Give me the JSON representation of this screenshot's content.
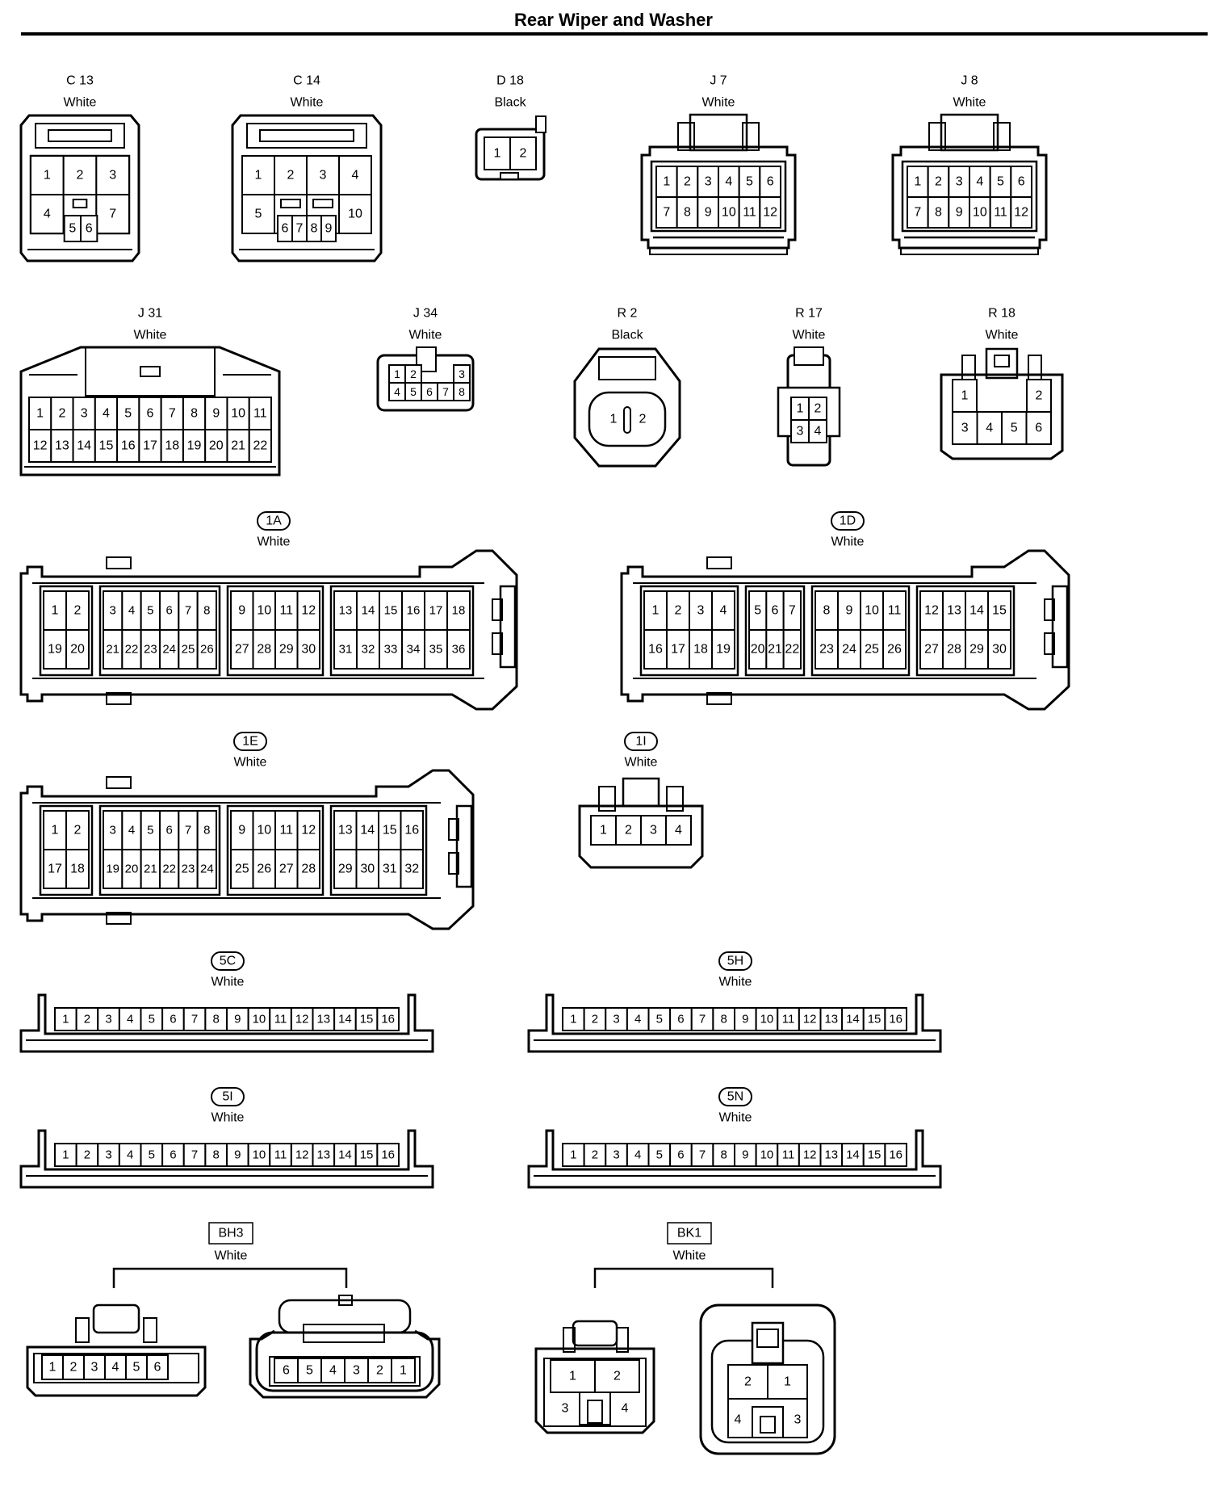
{
  "title": "Rear Wiper and Washer",
  "connectors": [
    {
      "id": "c13",
      "code": "C 13",
      "color": "White",
      "tag": "none",
      "rows": [
        [
          "1",
          "2",
          "3"
        ],
        [
          "4",
          "",
          "7"
        ]
      ],
      "extra": [
        "5",
        "6"
      ]
    },
    {
      "id": "c14",
      "code": "C 14",
      "color": "White",
      "tag": "none",
      "rows": [
        [
          "1",
          "2",
          "3",
          "4"
        ],
        [
          "5",
          "",
          "",
          "10"
        ]
      ],
      "extra": [
        "6",
        "7",
        "8",
        "9"
      ]
    },
    {
      "id": "d18",
      "code": "D 18",
      "color": "Black",
      "tag": "none",
      "rows": [
        [
          "1",
          "2"
        ]
      ]
    },
    {
      "id": "j7",
      "code": "J 7",
      "color": "White",
      "tag": "none",
      "rows": [
        [
          "1",
          "2",
          "3",
          "4",
          "5",
          "6"
        ],
        [
          "7",
          "8",
          "9",
          "10",
          "11",
          "12"
        ]
      ]
    },
    {
      "id": "j8",
      "code": "J 8",
      "color": "White",
      "tag": "none",
      "rows": [
        [
          "1",
          "2",
          "3",
          "4",
          "5",
          "6"
        ],
        [
          "7",
          "8",
          "9",
          "10",
          "11",
          "12"
        ]
      ]
    },
    {
      "id": "j31",
      "code": "J 31",
      "color": "White",
      "tag": "none",
      "rows": [
        [
          "1",
          "2",
          "3",
          "4",
          "5",
          "6",
          "7",
          "8",
          "9",
          "10",
          "11"
        ],
        [
          "12",
          "13",
          "14",
          "15",
          "16",
          "17",
          "18",
          "19",
          "20",
          "21",
          "22"
        ]
      ]
    },
    {
      "id": "j34",
      "code": "J 34",
      "color": "White",
      "tag": "none",
      "rows": [
        [
          "1",
          "2",
          "",
          "3"
        ],
        [
          "4",
          "5",
          "6",
          "7",
          "8"
        ]
      ]
    },
    {
      "id": "r2",
      "code": "R 2",
      "color": "Black",
      "tag": "none",
      "rows": [
        [
          "1",
          "2"
        ]
      ]
    },
    {
      "id": "r17",
      "code": "R 17",
      "color": "White",
      "tag": "none",
      "rows": [
        [
          "1",
          "2"
        ],
        [
          "3",
          "4"
        ]
      ]
    },
    {
      "id": "r18",
      "code": "R 18",
      "color": "White",
      "tag": "none",
      "rows": [
        [
          "1",
          "",
          "2"
        ],
        [
          "3",
          "4",
          "5",
          "6"
        ]
      ]
    },
    {
      "id": "c1a",
      "code": "1A",
      "color": "White",
      "tag": "oval",
      "groups": [
        [
          [
            "1",
            "2"
          ],
          [
            "19",
            "20"
          ]
        ],
        [
          [
            "3",
            "4",
            "5",
            "6",
            "7",
            "8"
          ],
          [
            "21",
            "22",
            "23",
            "24",
            "25",
            "26"
          ]
        ],
        [
          [
            "9",
            "10",
            "11",
            "12"
          ],
          [
            "27",
            "28",
            "29",
            "30"
          ]
        ],
        [
          [
            "13",
            "14",
            "15",
            "16",
            "17",
            "18"
          ],
          [
            "31",
            "32",
            "33",
            "34",
            "35",
            "36"
          ]
        ]
      ]
    },
    {
      "id": "c1d",
      "code": "1D",
      "color": "White",
      "tag": "oval",
      "groups": [
        [
          [
            "1",
            "2",
            "3",
            "4"
          ],
          [
            "16",
            "17",
            "18",
            "19"
          ]
        ],
        [
          [
            "5",
            "6",
            "7"
          ],
          [
            "20",
            "21",
            "22"
          ]
        ],
        [
          [
            "8",
            "9",
            "10",
            "11"
          ],
          [
            "23",
            "24",
            "25",
            "26"
          ]
        ],
        [
          [
            "12",
            "13",
            "14",
            "15"
          ],
          [
            "27",
            "28",
            "29",
            "30"
          ]
        ]
      ]
    },
    {
      "id": "c1e",
      "code": "1E",
      "color": "White",
      "tag": "oval",
      "groups": [
        [
          [
            "1",
            "2"
          ],
          [
            "17",
            "18"
          ]
        ],
        [
          [
            "3",
            "4",
            "5",
            "6",
            "7",
            "8"
          ],
          [
            "19",
            "20",
            "21",
            "22",
            "23",
            "24"
          ]
        ],
        [
          [
            "9",
            "10",
            "11",
            "12"
          ],
          [
            "25",
            "26",
            "27",
            "28"
          ]
        ],
        [
          [
            "13",
            "14",
            "15",
            "16"
          ],
          [
            "29",
            "30",
            "31",
            "32"
          ]
        ]
      ]
    },
    {
      "id": "c1i",
      "code": "1I",
      "color": "White",
      "tag": "oval",
      "rows": [
        [
          "1",
          "2",
          "3",
          "4"
        ]
      ]
    },
    {
      "id": "c5c",
      "code": "5C",
      "color": "White",
      "tag": "oval",
      "rows": [
        [
          "1",
          "2",
          "3",
          "4",
          "5",
          "6",
          "7",
          "8",
          "9",
          "10",
          "11",
          "12",
          "13",
          "14",
          "15",
          "16"
        ]
      ]
    },
    {
      "id": "c5h",
      "code": "5H",
      "color": "White",
      "tag": "oval",
      "rows": [
        [
          "1",
          "2",
          "3",
          "4",
          "5",
          "6",
          "7",
          "8",
          "9",
          "10",
          "11",
          "12",
          "13",
          "14",
          "15",
          "16"
        ]
      ]
    },
    {
      "id": "c5i",
      "code": "5I",
      "color": "White",
      "tag": "oval",
      "rows": [
        [
          "1",
          "2",
          "3",
          "4",
          "5",
          "6",
          "7",
          "8",
          "9",
          "10",
          "11",
          "12",
          "13",
          "14",
          "15",
          "16"
        ]
      ]
    },
    {
      "id": "c5n",
      "code": "5N",
      "color": "White",
      "tag": "oval",
      "rows": [
        [
          "1",
          "2",
          "3",
          "4",
          "5",
          "6",
          "7",
          "8",
          "9",
          "10",
          "11",
          "12",
          "13",
          "14",
          "15",
          "16"
        ]
      ]
    },
    {
      "id": "bh3",
      "code": "BH3",
      "color": "White",
      "tag": "box",
      "left": [
        "1",
        "2",
        "3",
        "4",
        "5",
        "6"
      ],
      "right": [
        "6",
        "5",
        "4",
        "3",
        "2",
        "1"
      ]
    },
    {
      "id": "bk1",
      "code": "BK1",
      "color": "White",
      "tag": "box",
      "left": [
        [
          "1",
          "2"
        ],
        [
          "3",
          "4"
        ]
      ],
      "right": [
        [
          "2",
          "1"
        ],
        [
          "4",
          "3"
        ]
      ]
    }
  ]
}
